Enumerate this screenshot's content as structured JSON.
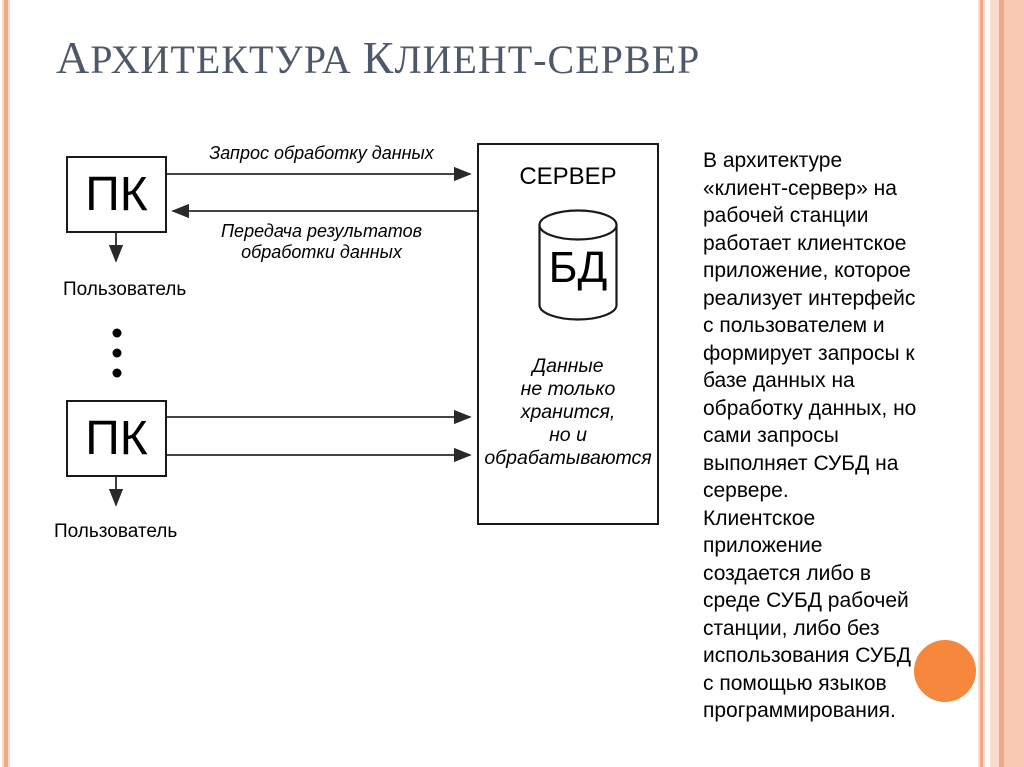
{
  "slide": {
    "title": "АРХИТЕКТУРА КЛИЕНТ-СЕРВЕР"
  },
  "diagram": {
    "pc1_label": "ПК",
    "pc2_label": "ПК",
    "user1_label": "Пользователь",
    "user2_label": "Пользователь",
    "arrow_top_label": "Запрос обработку данных",
    "arrow_return_label": "Передача результатов\nобработки данных",
    "server_label": "СЕРВЕР",
    "db_label": "БД",
    "server_note": "Данные\nне только\nхранится,\nно и\nобрабатываются"
  },
  "body_text": "В архитектуре\n«клиент-сервер» на\nрабочей станции\nработает клиентское\nприложение, которое\nреализует интерфейс\nс пользователем и\nформирует запросы к\nбазе данных на\nобработку данных, но\nсами запросы\nвыполняет СУБД на\nсервере.\nКлиентское\nприложение\nсоздается либо в\nсреде СУБД рабочей\nстанции, либо без\nиспользования СУБД\nс помощью языков\nпрограммирования.",
  "colors": {
    "title_color": "#4d5968",
    "accent_circle": "#f6873d",
    "stripe_light": "#fbdccb",
    "stripe_mid": "#f8cab4",
    "stripe_dark": "#f0a888",
    "line_color": "#2a2a2a"
  }
}
